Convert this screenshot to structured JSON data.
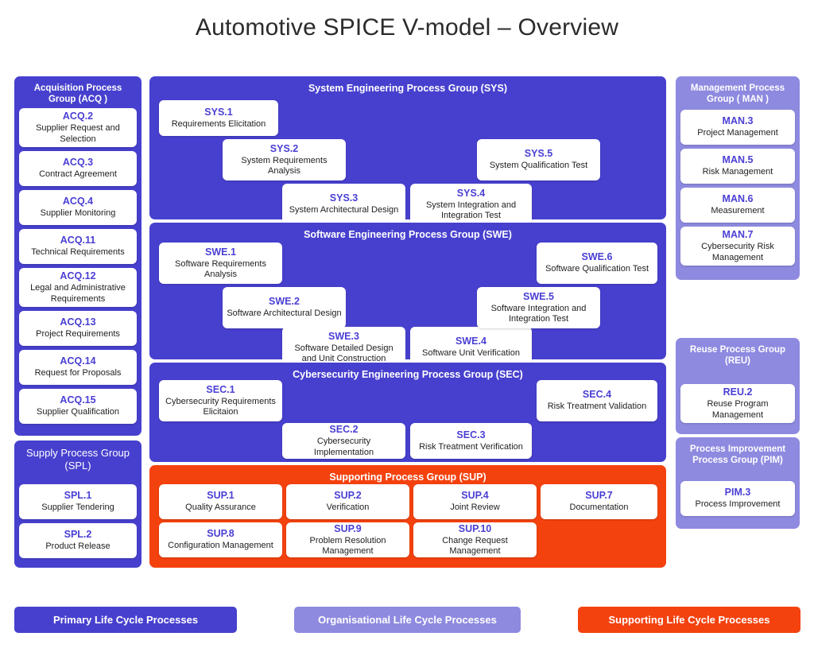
{
  "title": "Automotive SPICE V-model – Overview",
  "colors": {
    "primary": "#4740ce",
    "organisational": "#8e8ae0",
    "supporting": "#f4420f",
    "code_text": "#4a3fd4",
    "box_bg": "#ffffff",
    "page_bg": "#ffffff"
  },
  "left_column": {
    "acq": {
      "title": "Acquisition Process Group (ACQ )",
      "processes": [
        {
          "code": "ACQ.2",
          "name": "Supplier Request and Selection"
        },
        {
          "code": "ACQ.3",
          "name": "Contract Agreement"
        },
        {
          "code": "ACQ.4",
          "name": "Supplier Monitoring"
        },
        {
          "code": "ACQ.11",
          "name": "Technical Requirements"
        },
        {
          "code": "ACQ.12",
          "name": "Legal and Administrative Requirements"
        },
        {
          "code": "ACQ.13",
          "name": "Project Requirements"
        },
        {
          "code": "ACQ.14",
          "name": "Request for Proposals"
        },
        {
          "code": "ACQ.15",
          "name": "Supplier Qualification"
        }
      ]
    },
    "spl": {
      "title": "Supply Process Group (SPL)",
      "processes": [
        {
          "code": "SPL.1",
          "name": "Supplier Tendering"
        },
        {
          "code": "SPL.2",
          "name": "Product Release"
        }
      ]
    }
  },
  "center_column": {
    "sys": {
      "title": "System Engineering Process Group (SYS)",
      "processes": [
        {
          "code": "SYS.1",
          "name": "Requirements Elicitation"
        },
        {
          "code": "SYS.2",
          "name": "System Requirements Analysis"
        },
        {
          "code": "SYS.3",
          "name": "System Architectural Design"
        },
        {
          "code": "SYS.4",
          "name": "System Integration and Integration Test"
        },
        {
          "code": "SYS.5",
          "name": "System Qualification Test"
        }
      ]
    },
    "swe": {
      "title": "Software Engineering Process Group (SWE)",
      "processes": [
        {
          "code": "SWE.1",
          "name": "Software Requirements Analysis"
        },
        {
          "code": "SWE.2",
          "name": "Software Architectural Design"
        },
        {
          "code": "SWE.3",
          "name": "Software Detailed Design and Unit Construction"
        },
        {
          "code": "SWE.4",
          "name": "Software Unit Verification"
        },
        {
          "code": "SWE.5",
          "name": "Software Integration and Integration Test"
        },
        {
          "code": "SWE.6",
          "name": "Software Qualification Test"
        }
      ]
    },
    "sec": {
      "title": "Cybersecurity Engineering Process Group (SEC)",
      "processes": [
        {
          "code": "SEC.1",
          "name": "Cybersecurity Requirements Elicitaion"
        },
        {
          "code": "SEC.2",
          "name": "Cybersecurity Implementation"
        },
        {
          "code": "SEC.3",
          "name": "Risk Treatment Verification"
        },
        {
          "code": "SEC.4",
          "name": "Risk Treatment Validation"
        }
      ]
    },
    "sup": {
      "title": "Supporting Process Group (SUP)",
      "processes": [
        {
          "code": "SUP.1",
          "name": "Quality Assurance"
        },
        {
          "code": "SUP.2",
          "name": "Verification"
        },
        {
          "code": "SUP.4",
          "name": "Joint Review"
        },
        {
          "code": "SUP.7",
          "name": "Documentation"
        },
        {
          "code": "SUP.8",
          "name": "Configuration Management"
        },
        {
          "code": "SUP.9",
          "name": "Problem Resolution Management"
        },
        {
          "code": "SUP.10",
          "name": "Change Request Management"
        }
      ]
    }
  },
  "right_column": {
    "man": {
      "title": "Management Process Group ( MAN )",
      "processes": [
        {
          "code": "MAN.3",
          "name": "Project Management"
        },
        {
          "code": "MAN.5",
          "name": "Risk Management"
        },
        {
          "code": "MAN.6",
          "name": "Measurement"
        },
        {
          "code": "MAN.7",
          "name": "Cybersecurity Risk Management"
        }
      ]
    },
    "reu": {
      "title": "Reuse Process Group (REU)",
      "processes": [
        {
          "code": "REU.2",
          "name": "Reuse Program Management"
        }
      ]
    },
    "pim": {
      "title": "Process Improvement Process Group (PIM)",
      "processes": [
        {
          "code": "PIM.3",
          "name": "Process Improvement"
        }
      ]
    }
  },
  "legend": [
    {
      "label": "Primary Life Cycle Processes",
      "variant": "primary"
    },
    {
      "label": "Organisational Life Cycle Processes",
      "variant": "org"
    },
    {
      "label": "Supporting Life Cycle Processes",
      "variant": "support"
    }
  ]
}
